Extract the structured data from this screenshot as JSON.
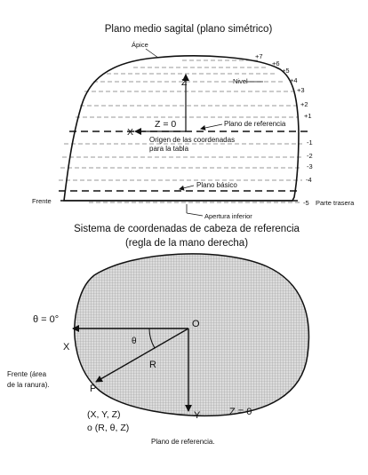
{
  "top_diagram": {
    "title": "Plano medio sagital (plano simétrico)",
    "apex_label": "Ápice",
    "level_label": "Nivel",
    "z_axis_label": "Z",
    "x_axis_label": "X",
    "z_zero_label": "Z = 0",
    "reference_plane_label": "Plano de referencia",
    "origin_label_line1": "Origen de las coordenadas",
    "origin_label_line2": "para la tabla",
    "basic_plane_label": "Plano básico",
    "front_label": "Frente",
    "back_label": "Parte trasera",
    "lower_opening_label": "Apertura inferior",
    "levels": [
      "+7",
      "+6",
      "+5",
      "+4",
      "+3",
      "+2",
      "+1",
      "-1",
      "-2",
      "-3",
      "-4",
      "-5"
    ]
  },
  "bottom_diagram": {
    "title_line1": "Sistema de coordenadas de cabeza de referencia",
    "title_line2": "(regla de la mano derecha)",
    "theta_zero_label": "θ = 0°",
    "x_label": "X",
    "origin_label": "O",
    "theta_label": "θ",
    "r_label": "R",
    "p_label": "P",
    "y_label": "Y",
    "z_zero_label": "Z = 0",
    "front_label_line1": "Frente (área",
    "front_label_line2": "de la ranura).",
    "coords_line1": "(X, Y, Z)",
    "coords_line2": "o  (R, θ, Z)",
    "reference_plane_label": "Plano de referencia."
  }
}
